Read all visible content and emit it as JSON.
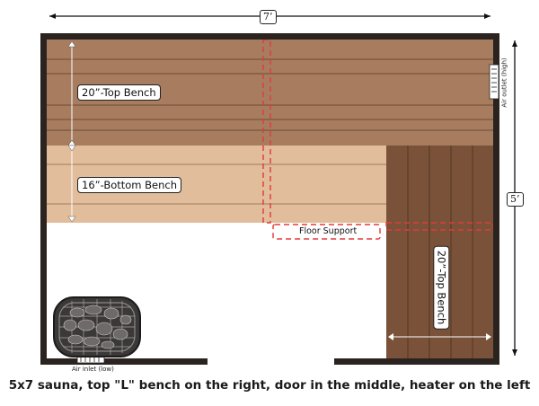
{
  "dimensions": {
    "width": "7’",
    "height": "5’"
  },
  "labels": {
    "top_bench": "20”-Top Bench",
    "bottom_bench": "16”-Bottom Bench",
    "right_top_bench": "20”-Top Bench",
    "floor_support": "Floor Support",
    "air_outlet": "Air outlet (high)",
    "air_inlet": "Air inlet (low)"
  },
  "caption": "5x7 sauna, top \"L\" bench on the right, door in the middle, heater on the left",
  "colors": {
    "wall": "#2a2320",
    "top_bench": "#a87c5f",
    "bottom_bench": "#e2bd9c",
    "dark_bench": "#7a5239",
    "support_dash": "#e23a3a"
  }
}
